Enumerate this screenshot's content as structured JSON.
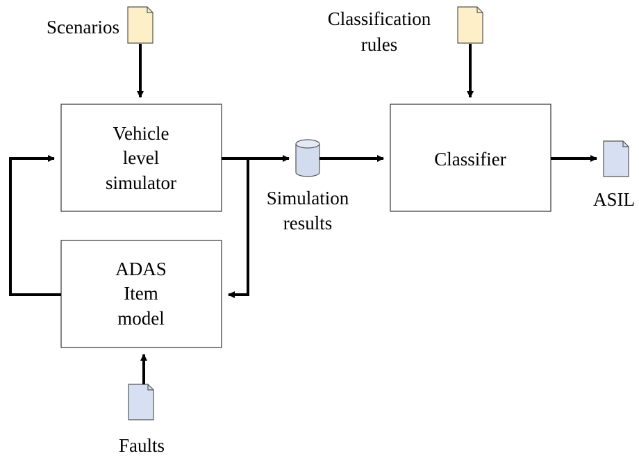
{
  "diagram": {
    "inputs": {
      "scenarios": "Scenarios",
      "classification_rules": [
        "Classification",
        "rules"
      ],
      "faults": "Faults"
    },
    "blocks": {
      "vehicle_simulator": [
        "Vehicle",
        "level",
        "simulator"
      ],
      "adas_item_model": [
        "ADAS",
        "Item",
        "model"
      ],
      "classifier": "Classifier"
    },
    "data_store": [
      "Simulation",
      "results"
    ],
    "output": "ASIL"
  },
  "colors": {
    "input_document": "#fdf0c8",
    "output_document": "#d6e0f2",
    "database": "#d3dcee",
    "line": "#000000"
  }
}
